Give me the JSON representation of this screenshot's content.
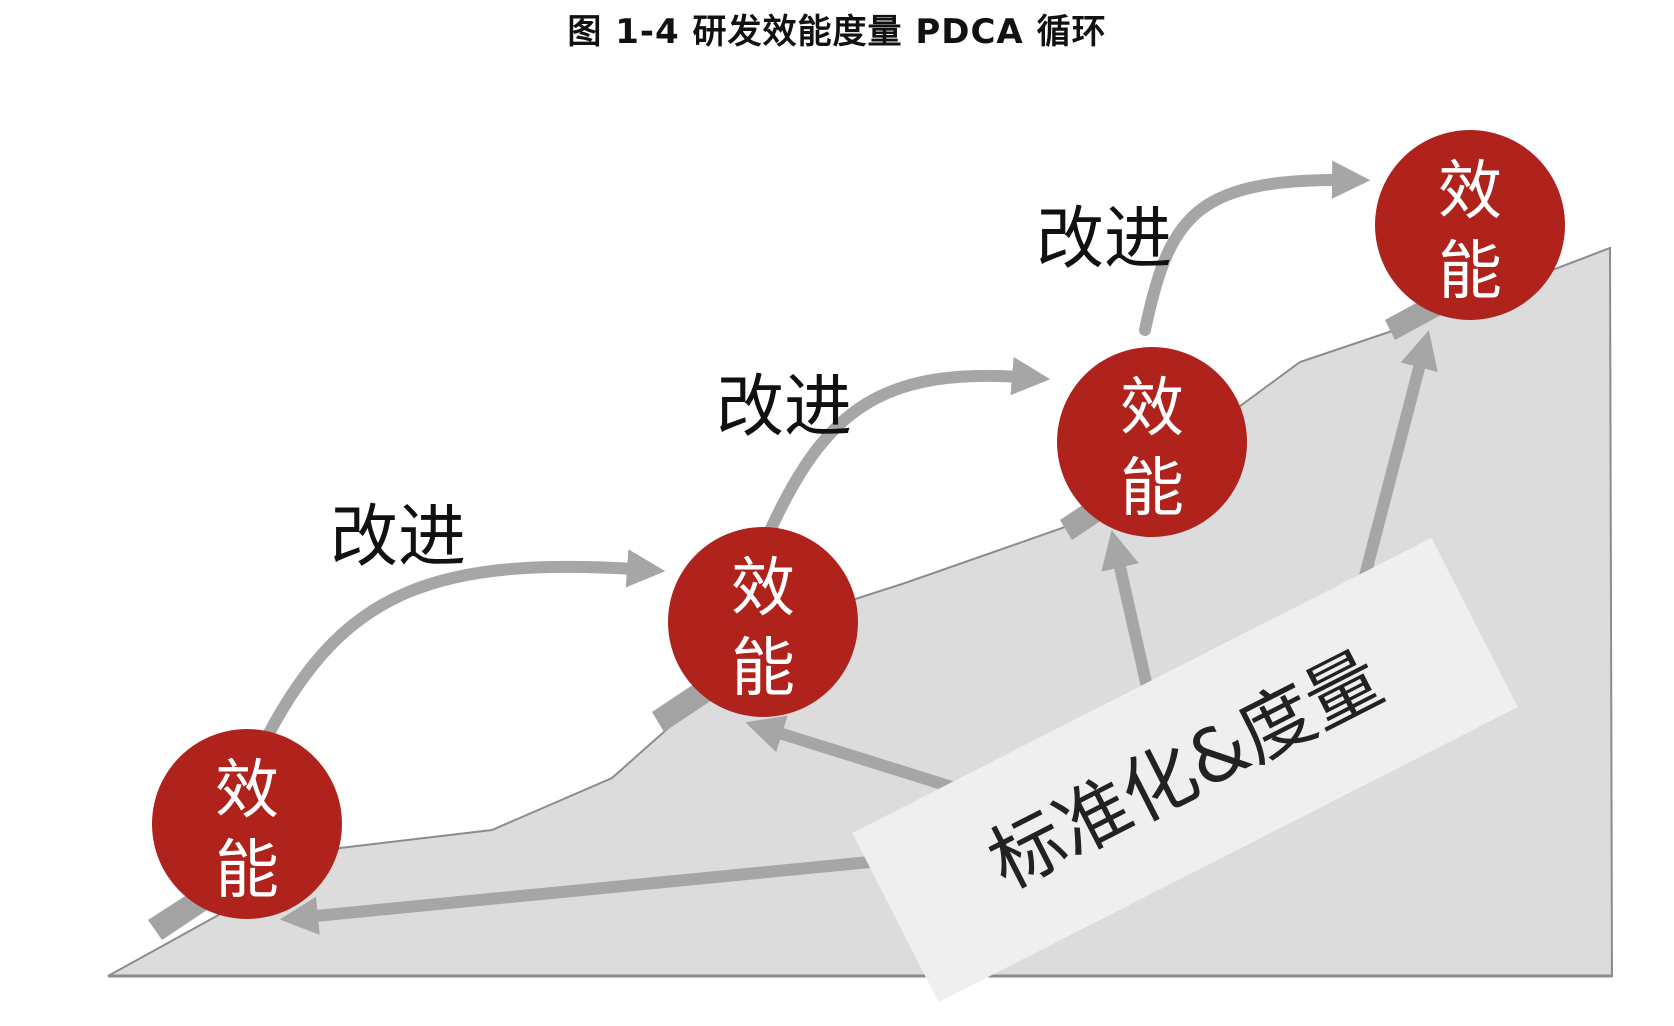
{
  "figure": {
    "title": "图 1-4  研发效能度量 PDCA 循环"
  },
  "nodes": [
    {
      "line1": "效",
      "line2": "能"
    },
    {
      "line1": "效",
      "line2": "能"
    },
    {
      "line1": "效",
      "line2": "能"
    },
    {
      "line1": "效",
      "line2": "能"
    }
  ],
  "improvements": [
    "改进",
    "改进",
    "改进"
  ],
  "foundation": {
    "label": "标准化&度量"
  },
  "colors": {
    "node_fill": "#b0231c",
    "hill_fill": "#dcdcdc",
    "arrow": "#a6a6a6",
    "banner_fill": "#efefef"
  }
}
